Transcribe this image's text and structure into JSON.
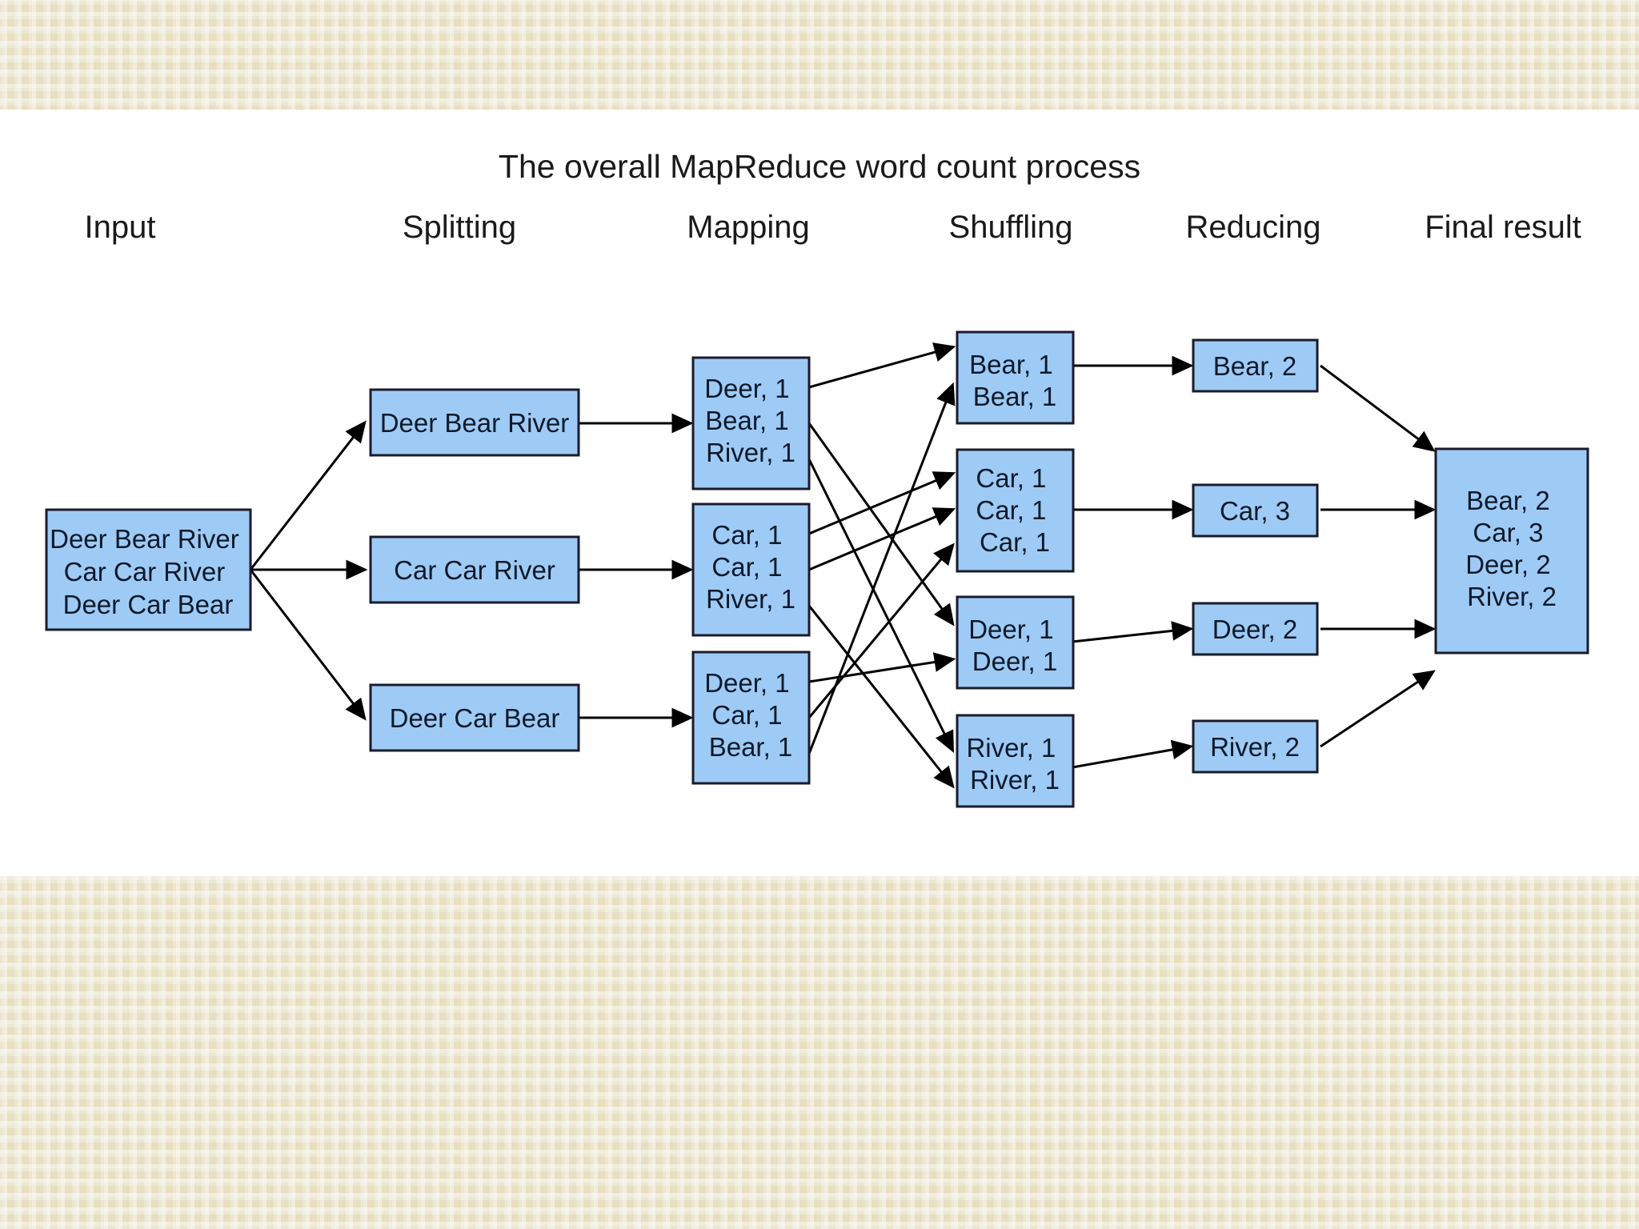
{
  "slide": {
    "background_color": "#e8dfc0",
    "panel_color": "#ffffff",
    "box_fill": "#9ecbf5",
    "box_stroke": "#1b1b2b",
    "title": "The overall MapReduce word count process"
  },
  "headers": [
    {
      "label": "Input"
    },
    {
      "label": "Splitting"
    },
    {
      "label": "Mapping"
    },
    {
      "label": "Shuffling"
    },
    {
      "label": "Reducing"
    },
    {
      "label": "Final result"
    }
  ],
  "input": {
    "lines": [
      "Deer Bear River",
      "Car Car River",
      "Deer Car Bear"
    ]
  },
  "splitting": [
    {
      "lines": [
        "Deer Bear River"
      ]
    },
    {
      "lines": [
        "Car Car River"
      ]
    },
    {
      "lines": [
        "Deer Car Bear"
      ]
    }
  ],
  "mapping": [
    {
      "lines": [
        "Deer, 1",
        "Bear, 1",
        "River, 1"
      ]
    },
    {
      "lines": [
        "Car, 1",
        "Car, 1",
        "River, 1"
      ]
    },
    {
      "lines": [
        "Deer, 1",
        "Car, 1",
        "Bear, 1"
      ]
    }
  ],
  "shuffling": [
    {
      "lines": [
        "Bear, 1",
        "Bear, 1"
      ]
    },
    {
      "lines": [
        "Car, 1",
        "Car, 1",
        "Car, 1"
      ]
    },
    {
      "lines": [
        "Deer, 1",
        "Deer, 1"
      ]
    },
    {
      "lines": [
        "River, 1",
        "River, 1"
      ]
    }
  ],
  "reducing": [
    {
      "lines": [
        "Bear, 2"
      ]
    },
    {
      "lines": [
        "Car, 3"
      ]
    },
    {
      "lines": [
        "Deer, 2"
      ]
    },
    {
      "lines": [
        "River, 2"
      ]
    }
  ],
  "final_result": {
    "lines": [
      "Bear, 2",
      "Car, 3",
      "Deer, 2",
      "River, 2"
    ]
  }
}
